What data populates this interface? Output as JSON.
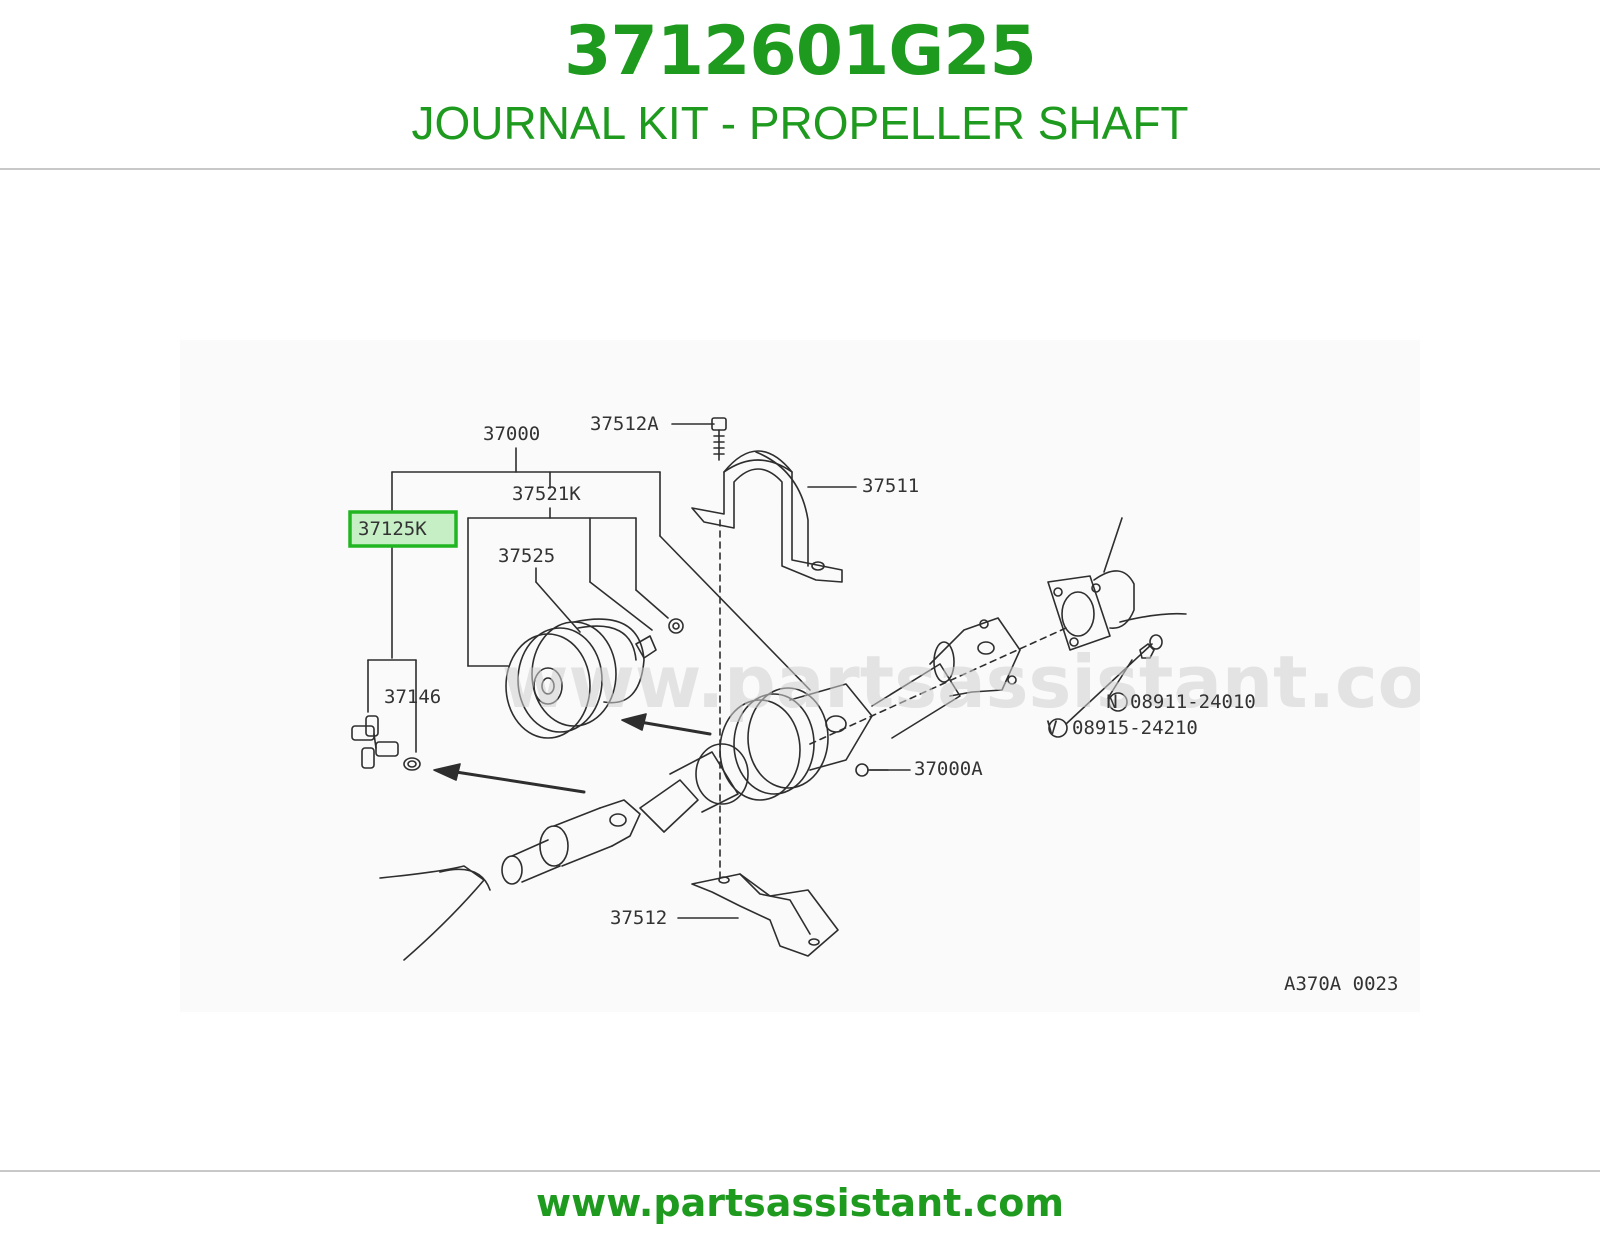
{
  "header": {
    "part_number": "3712601G25",
    "description": "JOURNAL KIT - PROPELLER SHAFT"
  },
  "diagram": {
    "watermark": "www.partsassistant.com",
    "reference_code": "A370A 0023",
    "highlighted_part": "37125K",
    "callouts": {
      "c37000": "37000",
      "c37512a": "37512A",
      "c37511": "37511",
      "c37521k": "37521K",
      "c37125k": "37125K",
      "c37525": "37525",
      "c37146": "37146",
      "c37000a": "37000A",
      "c37512": "37512",
      "c08911": "08911-24010",
      "c08915": "08915-24210",
      "n_marker": "N",
      "v_marker": "V"
    }
  },
  "footer": {
    "url": "www.partsassistant.com"
  },
  "colors": {
    "brand_green": "#1e9a1e",
    "highlight_green": "#21b521",
    "highlight_fill": "#c6efc6",
    "line": "#2e2e2e"
  }
}
